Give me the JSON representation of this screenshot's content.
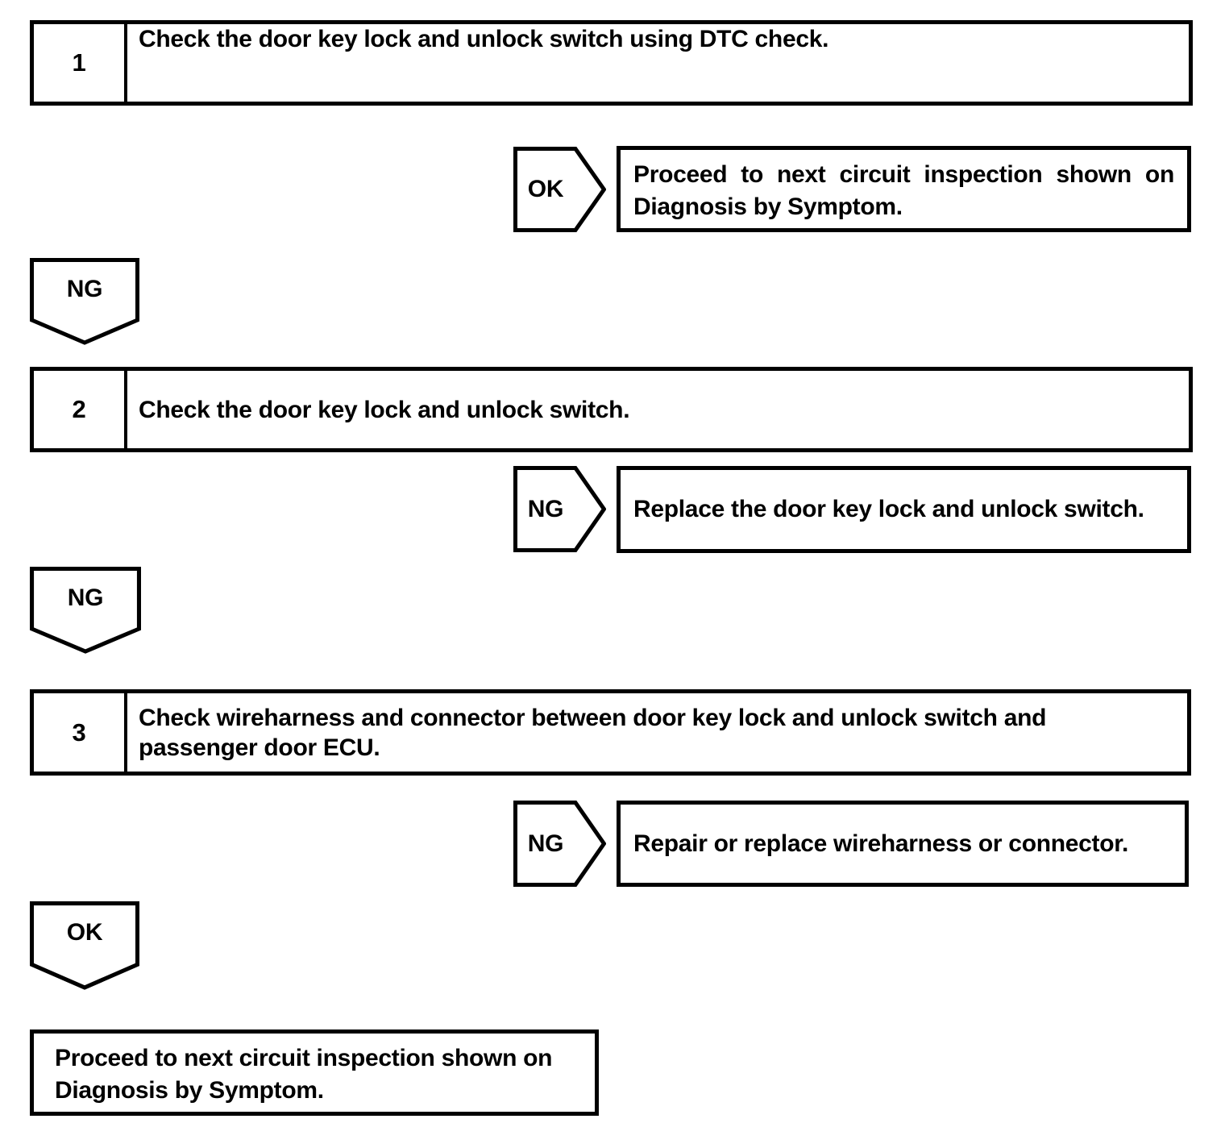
{
  "colors": {
    "ink": "#000000",
    "paper": "#ffffff"
  },
  "steps": [
    {
      "number": "1",
      "lines": [
        "Check the door key lock and unlock switch using DTC check."
      ]
    },
    {
      "number": "2",
      "lines": [
        "Check the door key lock and unlock switch."
      ]
    },
    {
      "number": "3",
      "lines": [
        "Check wireharness and connector between door key lock and unlock switch and",
        "passenger door ECU."
      ]
    }
  ],
  "branches": [
    {
      "arrow_label": "OK",
      "lines": [
        "Proceed to next circuit inspection shown on",
        "Diagnosis by Symptom."
      ]
    },
    {
      "arrow_label": "NG",
      "lines": [
        "Replace the door key lock and unlock switch."
      ]
    },
    {
      "arrow_label": "NG",
      "lines": [
        "Repair or replace wireharness or connector."
      ]
    }
  ],
  "connectors": [
    {
      "label": "NG"
    },
    {
      "label": "NG"
    },
    {
      "label": "OK"
    }
  ],
  "end_box": {
    "lines": [
      "Proceed to next circuit inspection shown on",
      "Diagnosis by Symptom."
    ]
  }
}
